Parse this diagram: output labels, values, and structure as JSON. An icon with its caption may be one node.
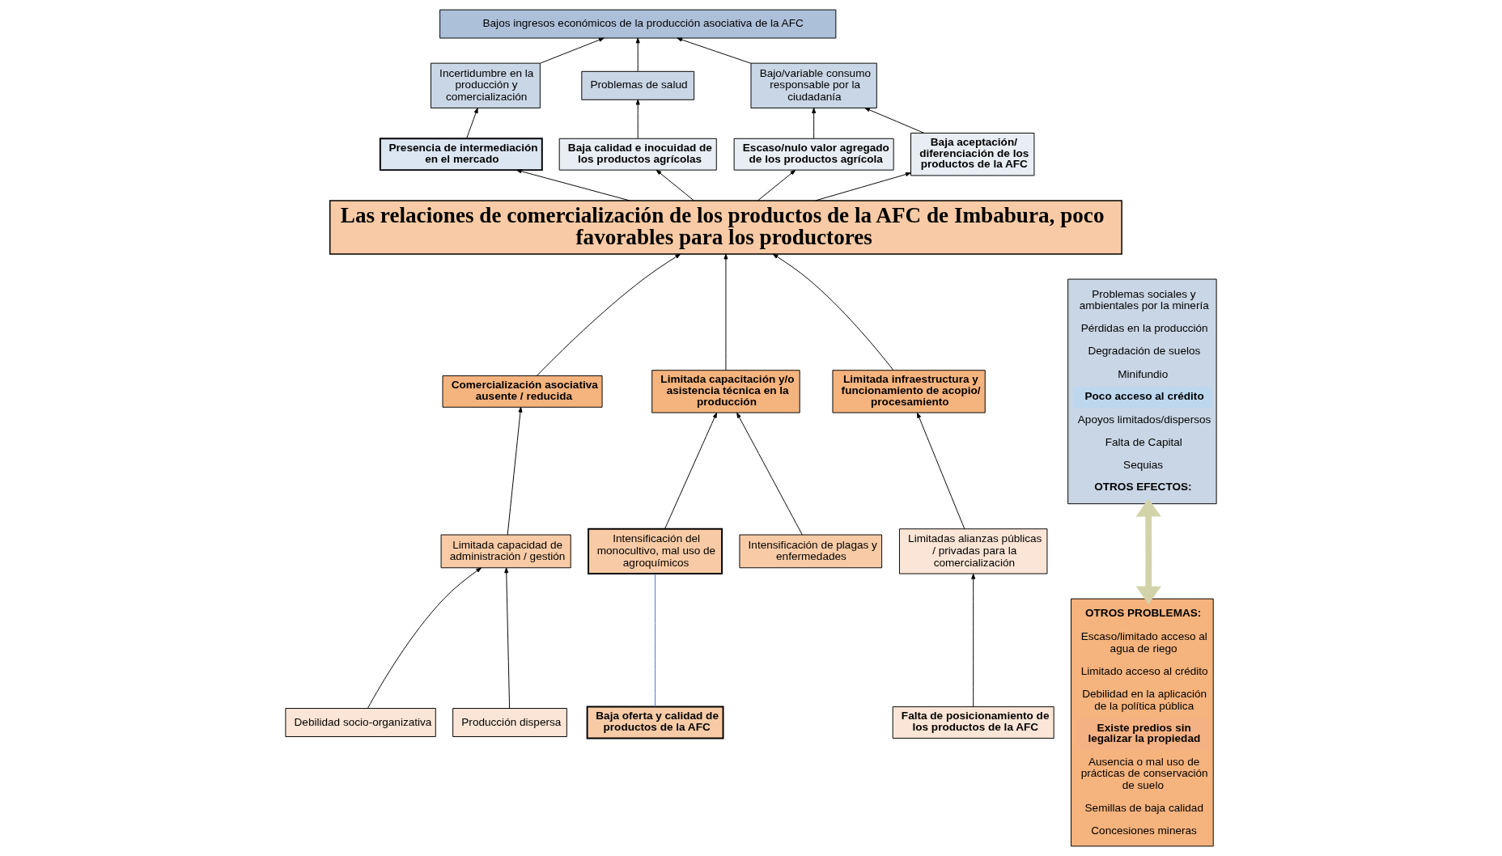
{
  "diagram": {
    "nodes": [
      {
        "text": [
          "Bajos ingresos económicos de la producción asociativa de la AFC"
        ]
      },
      {
        "text": [
          "Incertidumbre en la producción y comercialización"
        ]
      },
      {
        "text": [
          "Problemas de salud"
        ]
      },
      {
        "text": [
          "Bajo/variable consumo responsable por la ciudadanía"
        ]
      },
      {
        "text": [
          "Presencia de intermediación en el mercado"
        ]
      },
      {
        "text": [
          "Baja calidad e inocuidad de los productos agrícolas"
        ]
      },
      {
        "text": [
          "Escaso/nulo valor agregado de los productos agrícola"
        ]
      },
      {
        "text": [
          "Baja aceptación/ diferenciación de los productos de la AFC"
        ]
      },
      {
        "text": [
          "Las relaciones de comercialización de los productos de la AFC de Imbabura, poco favorables para los productores"
        ]
      },
      {
        "text": [
          "Comercialización asociativa ausente / reducida"
        ]
      },
      {
        "text": [
          "Limitada capacitación y/o asistencia técnica en la producción"
        ]
      },
      {
        "text": [
          "Limitada infraestructura y funcionamiento de acopio/ procesamiento"
        ]
      },
      {
        "text": [
          "Limitada capacidad de administración / gestión"
        ]
      },
      {
        "text": [
          "Intensificación del monocultivo, mal uso de agroquímicos"
        ]
      },
      {
        "text": [
          "Intensificación de plagas y enfermedades"
        ]
      },
      {
        "text": [
          "Limitadas alianzas públicas / privadas para la comercialización"
        ]
      },
      {
        "text": [
          "Debilidad socio-organizativa"
        ]
      },
      {
        "text": [
          "Producción dispersa"
        ]
      },
      {
        "text": [
          "Baja oferta y calidad de productos de la AFC"
        ]
      },
      {
        "text": [
          "Falta de posicionamiento de los productos de la AFC"
        ]
      },
      {
        "text": [
          "Problemas sociales y ambientales por la minería",
          "Pérdidas en la producción",
          "Degradación de suelos",
          "Minifundio",
          "Poco acceso al crédito",
          "Apoyos limitados/dispersos",
          "Falta de Capital",
          "Sequias",
          "OTROS EFECTOS:"
        ]
      },
      {
        "text": [
          "OTROS PROBLEMAS:",
          "Escaso/limitado acceso al agua de riego",
          "Limitado acceso al crédito",
          "Debilidad en la aplicación de la política pública",
          "Existe predios sin legalizar la propiedad",
          "Ausencia o mal uso de prácticas de conservación de suelo",
          "Semillas de baja calidad",
          "Concesiones mineras"
        ]
      }
    ],
    "edges": [
      {
        "from": 1,
        "to": 0,
        "arrow": "to"
      },
      {
        "from": 2,
        "to": 0,
        "arrow": "to"
      },
      {
        "from": 3,
        "to": 0,
        "arrow": "to"
      },
      {
        "from": 4,
        "to": 1,
        "arrow": "to"
      },
      {
        "from": 5,
        "to": 2,
        "arrow": "to"
      },
      {
        "from": 6,
        "to": 3,
        "arrow": "to"
      },
      {
        "from": 7,
        "to": 3,
        "arrow": "to"
      },
      {
        "from": 8,
        "to": 4,
        "arrow": "to"
      },
      {
        "from": 8,
        "to": 5,
        "arrow": "to"
      },
      {
        "from": 8,
        "to": 6,
        "arrow": "to"
      },
      {
        "from": 8,
        "to": 7,
        "arrow": "to"
      },
      {
        "from": 9,
        "to": 8,
        "arrow": "to"
      },
      {
        "from": 10,
        "to": 8,
        "arrow": "to"
      },
      {
        "from": 11,
        "to": 8,
        "arrow": "to"
      },
      {
        "from": 12,
        "to": 9,
        "arrow": "to"
      },
      {
        "from": 13,
        "to": 10,
        "arrow": "to"
      },
      {
        "from": 14,
        "to": 10,
        "arrow": "to"
      },
      {
        "from": 15,
        "to": 11,
        "arrow": "to"
      },
      {
        "from": 16,
        "to": 12,
        "arrow": "to"
      },
      {
        "from": 17,
        "to": 12,
        "arrow": "to"
      },
      {
        "from": 18,
        "to": 13,
        "arrow": "none",
        "color": "#4472c4"
      },
      {
        "from": 19,
        "to": 15,
        "arrow": "to"
      },
      {
        "from": 20,
        "to": 21,
        "arrow": "both",
        "style": "thick",
        "color": "#d3d3a9"
      }
    ]
  }
}
